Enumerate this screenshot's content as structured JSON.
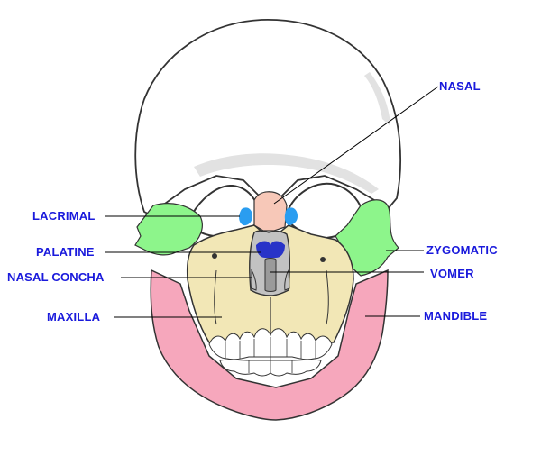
{
  "diagram": {
    "colors": {
      "label_text": "#1a1adc",
      "leader": "#000000",
      "cranium": "#ffffff",
      "cranium_shade": "#e2e2e2",
      "outline": "#333333",
      "maxilla": "#f2e7b6",
      "zygomatic": "#8df58b",
      "mandible": "#f6a7bc",
      "nasal": "#f7c8b8",
      "lacrimal": "#2a9df0",
      "palatine": "#2833c8",
      "vomer": "#9a9a9a",
      "concha": "#c2c2c2",
      "teeth": "#ffffff"
    },
    "labels": {
      "nasal": "NASAL",
      "lacrimal": "LACRIMAL",
      "zygomatic": "ZYGOMATIC",
      "palatine": "PALATINE",
      "nasal_concha": "NASAL CONCHA",
      "vomer": "VOMER",
      "maxilla": "MAXILLA",
      "mandible": "MANDIBLE"
    }
  }
}
